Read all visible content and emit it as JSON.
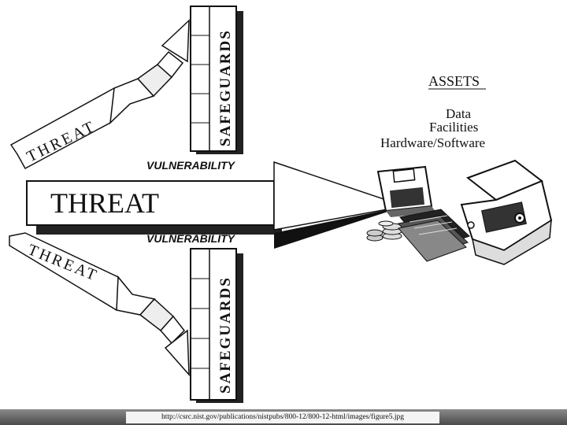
{
  "diagram": {
    "threat_main_label": "THREAT",
    "threat_upper_label": "THREAT",
    "threat_lower_label": "THREAT",
    "safeguards_top_label": "SAFEGUARDS",
    "safeguards_bottom_label": "SAFEGUARDS",
    "vulnerability_top_label": "VULNERABILITY",
    "vulnerability_bottom_label": "VULNERABILITY",
    "assets": {
      "heading": "ASSETS",
      "items": [
        "Data",
        "Facilities",
        "Hardware/Software"
      ]
    }
  },
  "footer": {
    "source_url": "http://csrc.nist.gov/publications/nistpubs/800-12/800-12-html/images/figure5.jpg"
  },
  "icons": [
    "floppy-disk-icon",
    "coin-stack-icon",
    "document-stack-icon",
    "open-cash-box-icon"
  ]
}
